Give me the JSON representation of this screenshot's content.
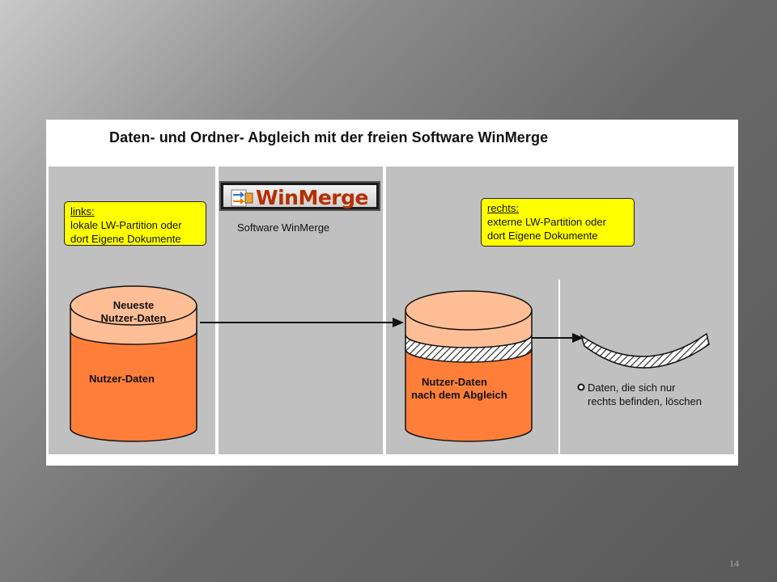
{
  "title": "Daten- und Ordner- Abgleich mit der freien Software WinMerge",
  "left_note": {
    "heading": "links:",
    "line1": "lokale LW-Partition oder",
    "line2": "dort Eigene Dokumente"
  },
  "right_note": {
    "heading": "rechts:",
    "line1": "externe LW-Partition oder",
    "line2": "dort Eigene Dokumente"
  },
  "logo_text": "WinMerge",
  "software_label": "Software WinMerge",
  "left_cylinder": {
    "top_line1": "Neueste",
    "top_line2": "Nutzer-Daten",
    "body": "Nutzer-Daten"
  },
  "right_cylinder": {
    "line1": "Nutzer-Daten",
    "line2": "nach dem Abgleich"
  },
  "delete_note": {
    "line1": "Daten, die sich nur",
    "line2": "rechts befinden, löschen"
  },
  "page_number": "14",
  "colors": {
    "note_fill": "#ffff00",
    "cylinder_body": "#ff7f3a",
    "cylinder_top": "#ffbe96",
    "panel": "#c0c0c0"
  }
}
